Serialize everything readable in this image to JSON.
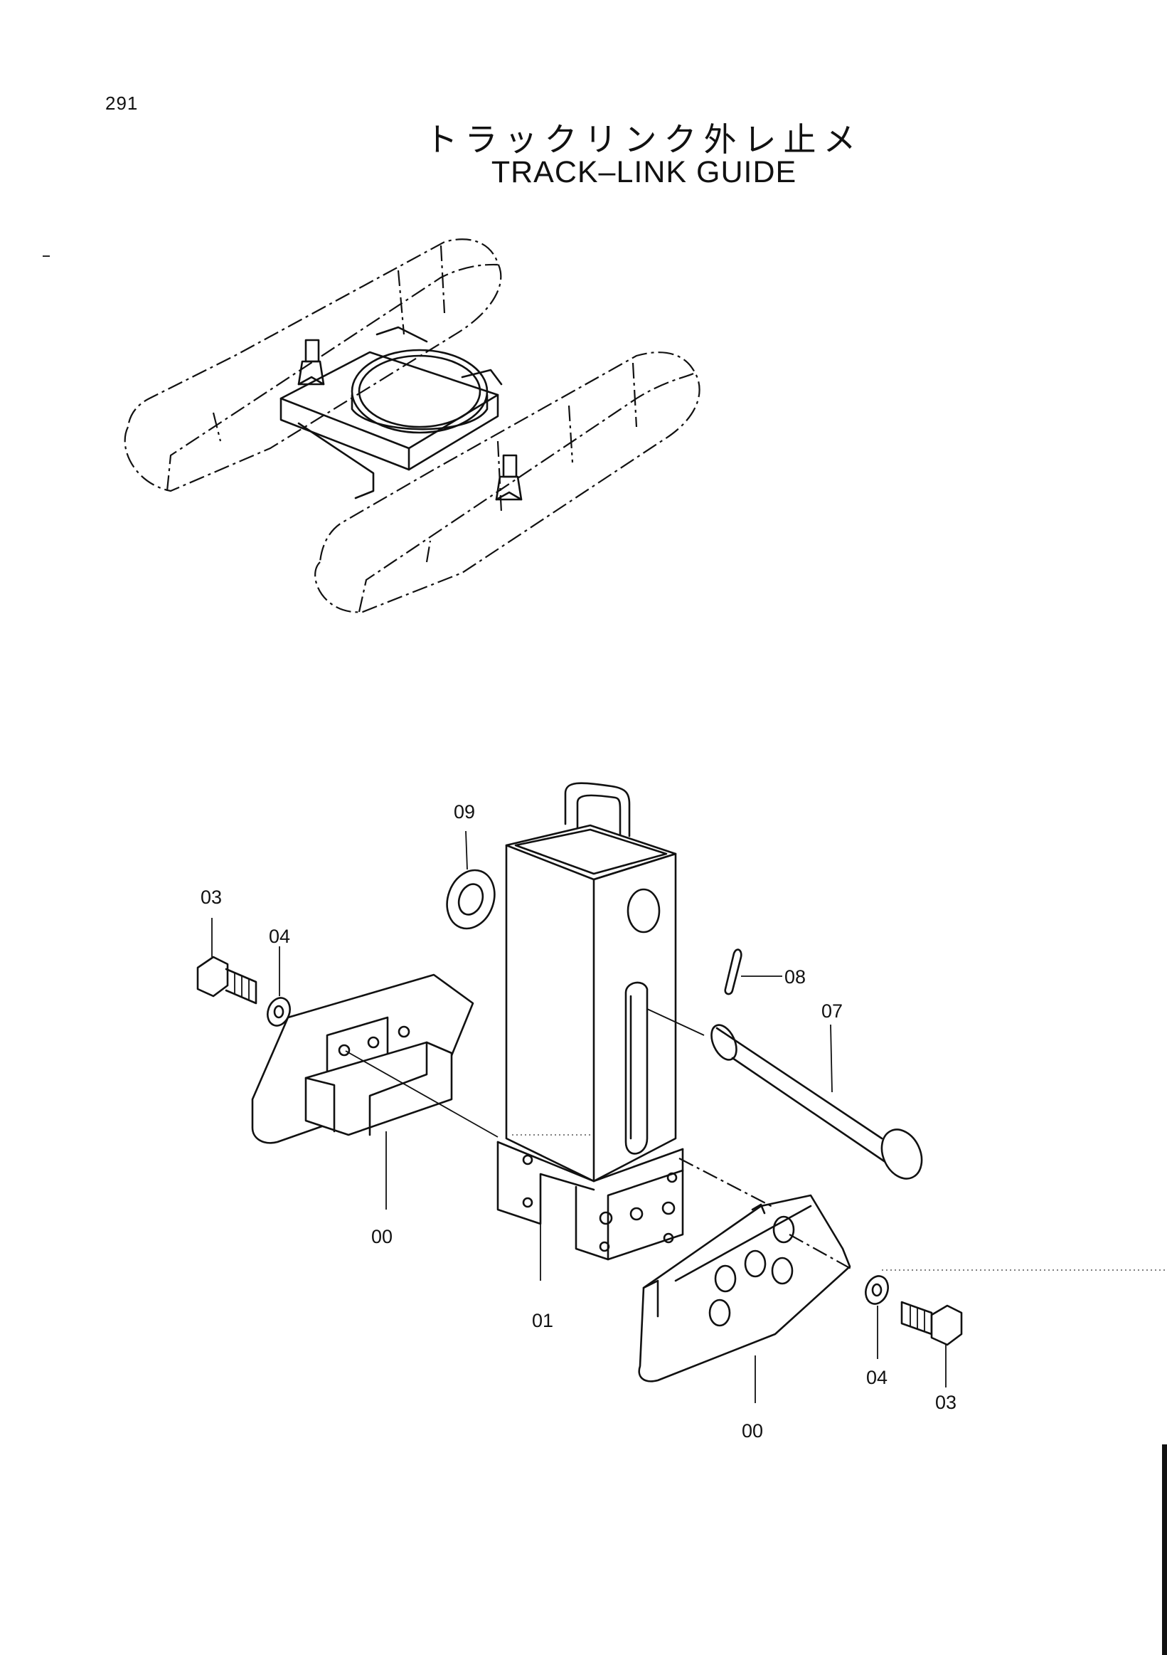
{
  "page": {
    "number": "291"
  },
  "title": {
    "japanese": "トラックリンク外レ止メ",
    "english": "TRACK–LINK GUIDE"
  },
  "callouts": {
    "c09": "09",
    "c03_left": "03",
    "c04_left": "04",
    "c08": "08",
    "c07": "07",
    "c00_left": "00",
    "c01": "01",
    "c00_right": "00",
    "c04_right": "04",
    "c03_right": "03"
  }
}
